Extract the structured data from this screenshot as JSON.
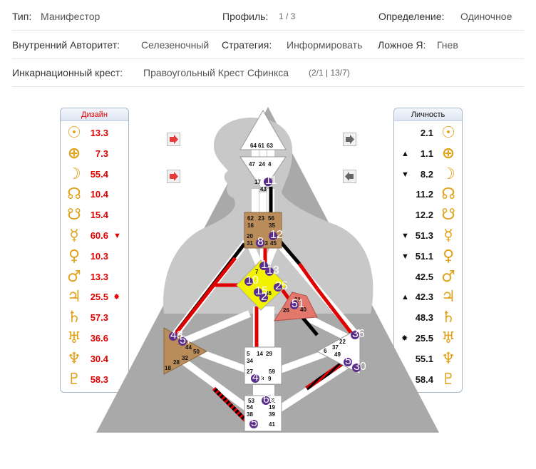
{
  "header": {
    "type_label": "Тип:",
    "type_value": "Манифестор",
    "profile_label": "Профиль:",
    "profile_value": "1 / 3",
    "definition_label": "Определение:",
    "definition_value": "Одиночное",
    "authority_label": "Внутренний Авторитет:",
    "authority_value": "Селезеночный",
    "strategy_label": "Стратегия:",
    "strategy_value": "Информировать",
    "notself_label": "Ложное Я:",
    "notself_value": "Гнев",
    "cross_label": "Инкарнационный крест:",
    "cross_value": "Правоугольный Крест Сфинкса",
    "cross_gates": "(2/1 | 13/7)"
  },
  "design": {
    "title": "Дизайн",
    "color": "#e00000",
    "rows": [
      {
        "planet": "sun-icon",
        "glyph": "☉",
        "value": "13.3",
        "mark": ""
      },
      {
        "planet": "earth-icon",
        "glyph": "⊕",
        "value": "7.3",
        "mark": ""
      },
      {
        "planet": "moon-icon",
        "glyph": "☽",
        "value": "55.4",
        "mark": ""
      },
      {
        "planet": "north-node-icon",
        "glyph": "☊",
        "value": "10.4",
        "mark": ""
      },
      {
        "planet": "south-node-icon",
        "glyph": "☋",
        "value": "15.4",
        "mark": ""
      },
      {
        "planet": "mercury-icon",
        "glyph": "☿",
        "value": "60.6",
        "mark": "▼"
      },
      {
        "planet": "venus-icon",
        "glyph": "♀",
        "value": "10.3",
        "mark": ""
      },
      {
        "planet": "mars-icon",
        "glyph": "♂",
        "value": "13.3",
        "mark": ""
      },
      {
        "planet": "jupiter-icon",
        "glyph": "♃",
        "value": "25.5",
        "mark": "✸"
      },
      {
        "planet": "saturn-icon",
        "glyph": "♄",
        "value": "57.3",
        "mark": ""
      },
      {
        "planet": "uranus-icon",
        "glyph": "♅",
        "value": "36.6",
        "mark": ""
      },
      {
        "planet": "neptune-icon",
        "glyph": "♆",
        "value": "30.4",
        "mark": ""
      },
      {
        "planet": "pluto-icon",
        "glyph": "♇",
        "value": "58.3",
        "mark": ""
      }
    ]
  },
  "personality": {
    "title": "Личность",
    "color": "#111111",
    "rows": [
      {
        "planet": "sun-icon",
        "glyph": "☉",
        "value": "2.1",
        "mark": ""
      },
      {
        "planet": "earth-icon",
        "glyph": "⊕",
        "value": "1.1",
        "mark": "▲"
      },
      {
        "planet": "moon-icon",
        "glyph": "☽",
        "value": "8.2",
        "mark": "▼"
      },
      {
        "planet": "north-node-icon",
        "glyph": "☊",
        "value": "11.2",
        "mark": ""
      },
      {
        "planet": "south-node-icon",
        "glyph": "☋",
        "value": "12.2",
        "mark": ""
      },
      {
        "planet": "mercury-icon",
        "glyph": "☿",
        "value": "51.3",
        "mark": "▼"
      },
      {
        "planet": "venus-icon",
        "glyph": "♀",
        "value": "51.1",
        "mark": "▼"
      },
      {
        "planet": "mars-icon",
        "glyph": "♂",
        "value": "42.5",
        "mark": ""
      },
      {
        "planet": "jupiter-icon",
        "glyph": "♃",
        "value": "42.3",
        "mark": "▲"
      },
      {
        "planet": "saturn-icon",
        "glyph": "♄",
        "value": "48.3",
        "mark": ""
      },
      {
        "planet": "uranus-icon",
        "glyph": "♅",
        "value": "25.5",
        "mark": "✸"
      },
      {
        "planet": "neptune-icon",
        "glyph": "♆",
        "value": "55.1",
        "mark": ""
      },
      {
        "planet": "pluto-icon",
        "glyph": "♇",
        "value": "58.4",
        "mark": "▲"
      }
    ]
  },
  "colors": {
    "design_channel": "#e00000",
    "personality_channel": "#000000",
    "defined_center_tan": "#b98c5a",
    "g_center_yellow": "#f2f200",
    "ego_center": "#e3776b",
    "gate_circle": "#5a2d8c",
    "arrow_red": "#e53b3b",
    "arrow_gray": "#666666",
    "body_gray": "#a9a9a9"
  },
  "arrows": {
    "top_left": "arrow-right-red-icon",
    "bottom_left": "arrow-right-red-icon",
    "top_right": "arrow-right-gray-icon",
    "bottom_right": "arrow-left-gray-icon"
  },
  "centers": {
    "head": [
      "64",
      "61",
      "63"
    ],
    "ajna": [
      "47",
      "24",
      "4",
      "17",
      "11",
      "43"
    ],
    "throat": [
      "62",
      "23",
      "56",
      "16",
      "35",
      "20",
      "12",
      "31",
      "8",
      "33",
      "45"
    ],
    "g": [
      "1",
      "7",
      "13",
      "10",
      "25",
      "15",
      "46",
      "2"
    ],
    "ego": [
      "21",
      "51",
      "26",
      "40"
    ],
    "spleen": [
      "48",
      "57",
      "44",
      "50",
      "32",
      "28",
      "18"
    ],
    "sacral": [
      "5",
      "14",
      "29",
      "34",
      "27",
      "59",
      "42",
      "3",
      "9"
    ],
    "solar": [
      "36",
      "37",
      "22",
      "6",
      "49",
      "55",
      "30"
    ],
    "root": [
      "53",
      "60",
      "52",
      "54",
      "19",
      "38",
      "39",
      "58",
      "41"
    ]
  }
}
